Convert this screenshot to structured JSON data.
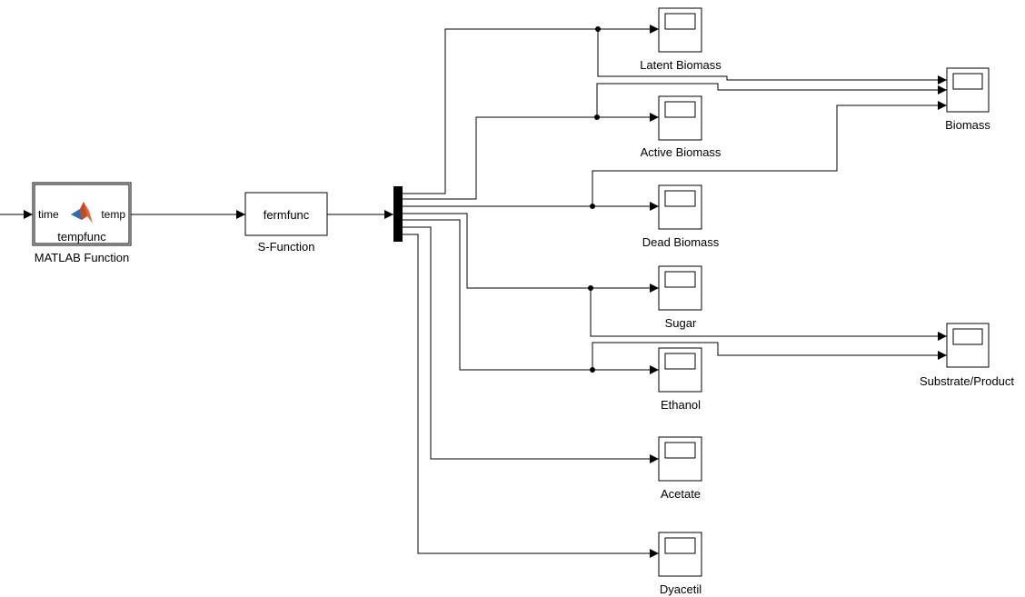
{
  "matlab_function": {
    "block_text": "tempfunc",
    "in_port": "time",
    "out_port": "temp",
    "label": "MATLAB Function",
    "icon": "matlab-logo-icon"
  },
  "sfunction": {
    "block_text": "fermfunc",
    "label": "S-Function"
  },
  "scopes": {
    "latent": "Latent Biomass",
    "active": "Active Biomass",
    "dead": "Dead Biomass",
    "sugar": "Sugar",
    "ethanol": "Ethanol",
    "acetate": "Acetate",
    "dyacetil": "Dyacetil",
    "biomass": "Biomass",
    "substrate": "Substrate/Product"
  }
}
